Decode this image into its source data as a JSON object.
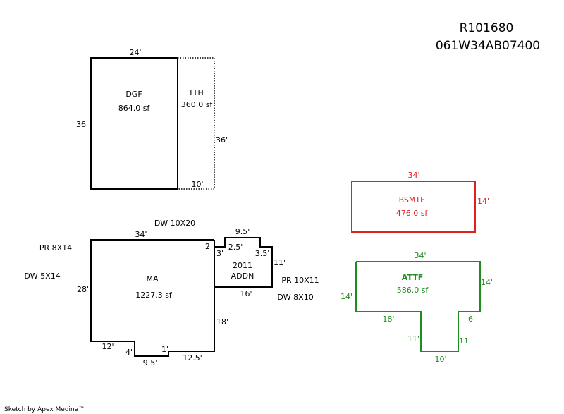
{
  "header": {
    "parcel_id": "R101680",
    "map_number": "061W34AB07400"
  },
  "footer": {
    "credit": "Sketch by Apex Medina™"
  },
  "colors": {
    "black": "#000000",
    "red": "#e0201f",
    "green": "#1e8c1e"
  },
  "areas": {
    "dgf": {
      "name": "DGF",
      "area": "864.0 sf",
      "top": "24'",
      "left": "36'"
    },
    "lth": {
      "name": "LTH",
      "area": "360.0 sf",
      "right": "36'",
      "bottom": "10'"
    },
    "bsmtf": {
      "name": "BSMTF",
      "area": "476.0 sf",
      "top": "34'",
      "right": "14'"
    },
    "attf": {
      "name": "ATTF",
      "area": "586.0 sf",
      "top": "34'",
      "left": "14'",
      "right": "14'",
      "lower_left": "18'",
      "lower_right": "6'",
      "stem_left": "11'",
      "stem_right": "11'",
      "stem_bottom": "10'"
    },
    "ma": {
      "name": "MA",
      "area": "1227.3 sf",
      "top": "34'",
      "left": "28'",
      "bottom_a": "12'",
      "step_a": "4'",
      "bottom_b": "9.5'",
      "step_b": "1'",
      "bottom_c": "12.5'",
      "right": "18'"
    },
    "addn": {
      "line1": "2011",
      "line2": "ADDN",
      "d2": "2'",
      "d3": "3'",
      "d2_5": "2.5'",
      "d9_5": "9.5'",
      "d3_5": "3.5'",
      "d11": "11'",
      "d16": "16'"
    }
  },
  "annotations": {
    "dw_10x20": "DW 10X20",
    "pr_8x14": "PR 8X14",
    "dw_5x14": "DW 5X14",
    "pr_10x11": "PR 10X11",
    "dw_8x10": "DW 8X10"
  }
}
